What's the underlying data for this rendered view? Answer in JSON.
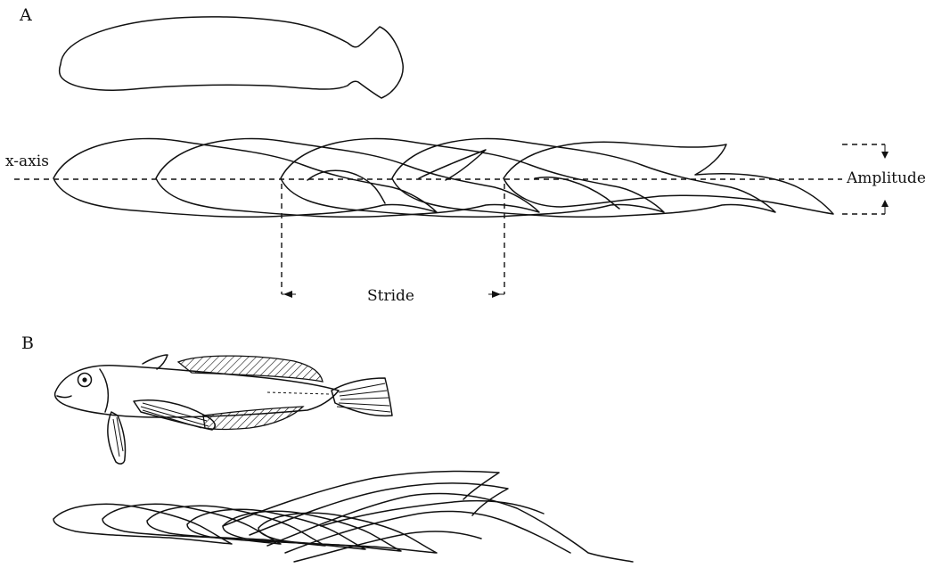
{
  "panels": {
    "a": {
      "letter": "A"
    },
    "b": {
      "letter": "B"
    }
  },
  "labels": {
    "x_axis": "x-axis",
    "amplitude": "Amplitude",
    "stride": "Stride"
  },
  "colors": {
    "ink": "#111111",
    "background": "#ffffff"
  }
}
